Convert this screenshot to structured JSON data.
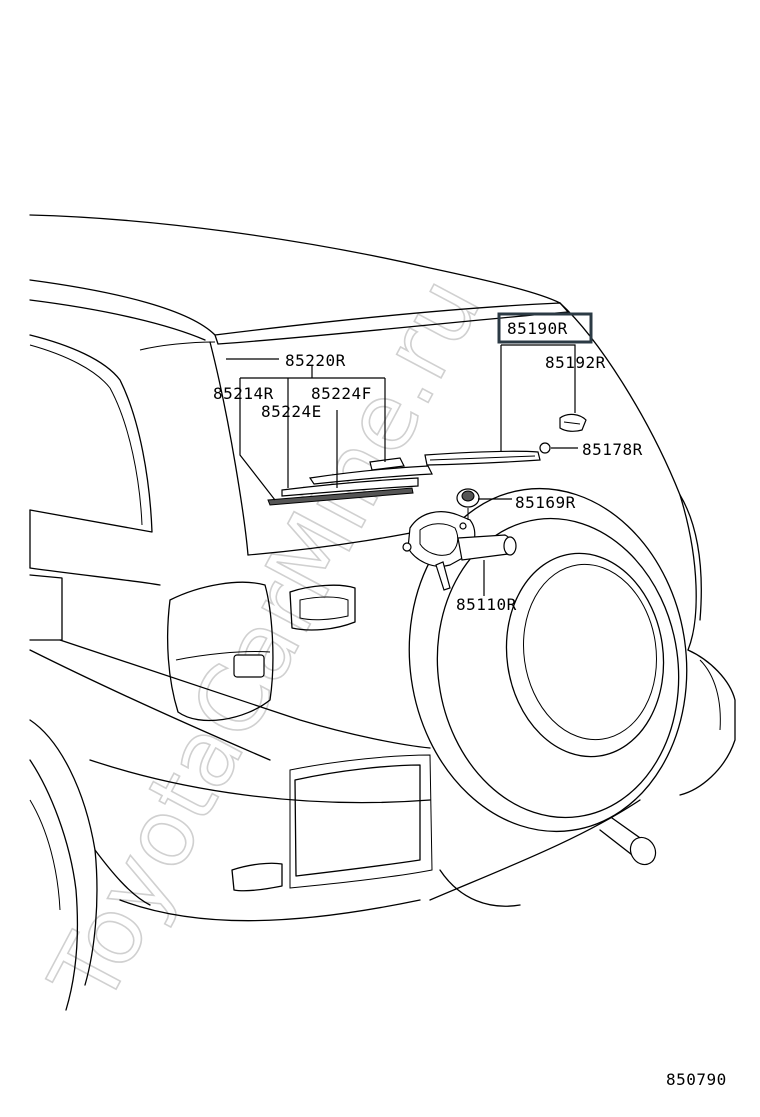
{
  "watermark": "ToyotaCarMine.ru",
  "diagram_id": "850790",
  "highlight_color": "#2b3a44",
  "callouts": {
    "rear_wiper_arm": "85190R",
    "arm_cap": "85192R",
    "arm_nut": "85178R",
    "blade_assembly": "85220R",
    "blade_rubber": "85214R",
    "blade_part_f": "85224F",
    "blade_part_e": "85224E",
    "pivot_grommet": "85169R",
    "wiper_motor": "85110R"
  }
}
